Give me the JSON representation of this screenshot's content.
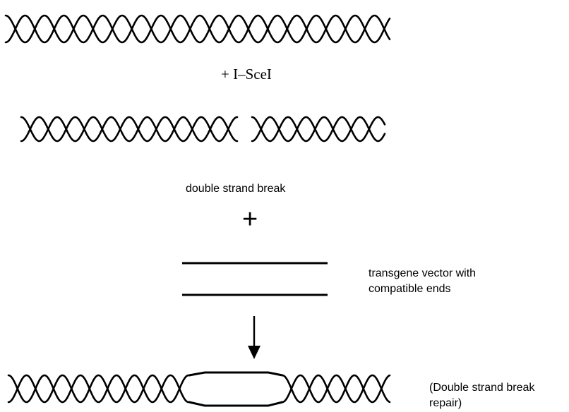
{
  "diagram": {
    "step1_label": "+ I–SceI",
    "step2_label": "double strand break",
    "plus_symbol": "+",
    "vector_label_line1": "transgene vector with",
    "vector_label_line2": "compatible ends",
    "result_label_line1": "(Double strand break",
    "result_label_line2": "repair)"
  },
  "colors": {
    "ink": "#000000",
    "background": "#ffffff"
  }
}
